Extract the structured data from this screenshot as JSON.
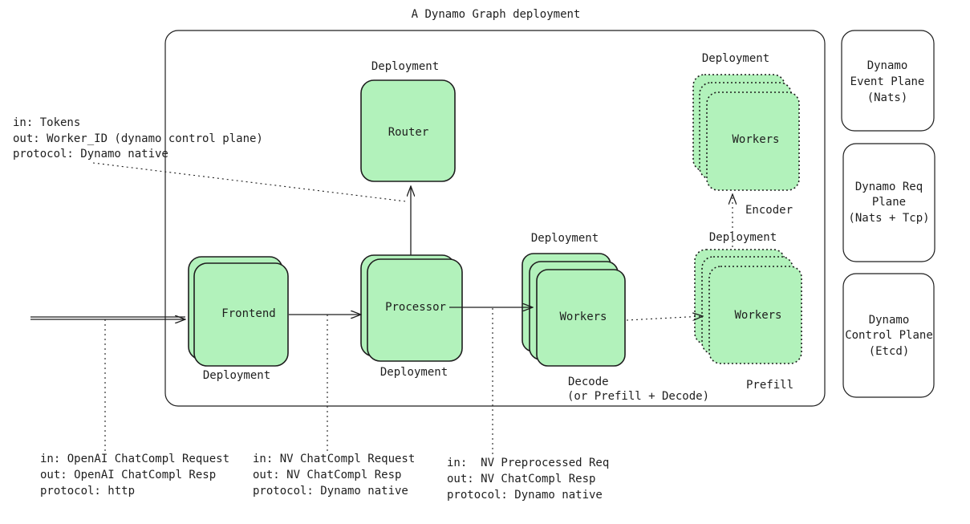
{
  "title": "A Dynamo Graph deployment",
  "nodes": {
    "router": {
      "label": "Router",
      "caption": "Deployment"
    },
    "frontend": {
      "label": "Frontend",
      "caption": "Deployment"
    },
    "processor": {
      "label": "Processor",
      "caption": "Deployment"
    },
    "decode_workers": {
      "label": "Workers",
      "caption": "Deployment",
      "sub1": "Decode",
      "sub2": "(or Prefill + Decode)"
    },
    "encoder_workers": {
      "label": "Workers",
      "caption": "Deployment",
      "sub": "Encoder"
    },
    "prefill_workers": {
      "label": "Workers",
      "caption": "Deployment",
      "sub": "Prefill"
    }
  },
  "planes": {
    "event": [
      "Dynamo",
      "Event Plane",
      "(Nats)"
    ],
    "request": [
      "Dynamo Req",
      "Plane",
      "(Nats + Tcp)"
    ],
    "control": [
      "Dynamo",
      "Control Plane",
      "(Etcd)"
    ]
  },
  "notes": {
    "router": [
      "in: Tokens",
      "out: Worker_ID (dynamo control plane)",
      "protocol: Dynamo native"
    ],
    "frontend": [
      "in: OpenAI ChatCompl Request",
      "out: OpenAI ChatCompl Resp",
      "protocol: http"
    ],
    "processor": [
      "in: NV ChatCompl Request",
      "out: NV ChatCompl Resp",
      "protocol: Dynamo native"
    ],
    "workers": [
      "in:  NV Preprocessed Req",
      "out: NV ChatCompl Resp",
      "protocol: Dynamo native"
    ]
  },
  "colors": {
    "node_fill": "#b2f2bb",
    "stroke": "#1e1e1e"
  }
}
